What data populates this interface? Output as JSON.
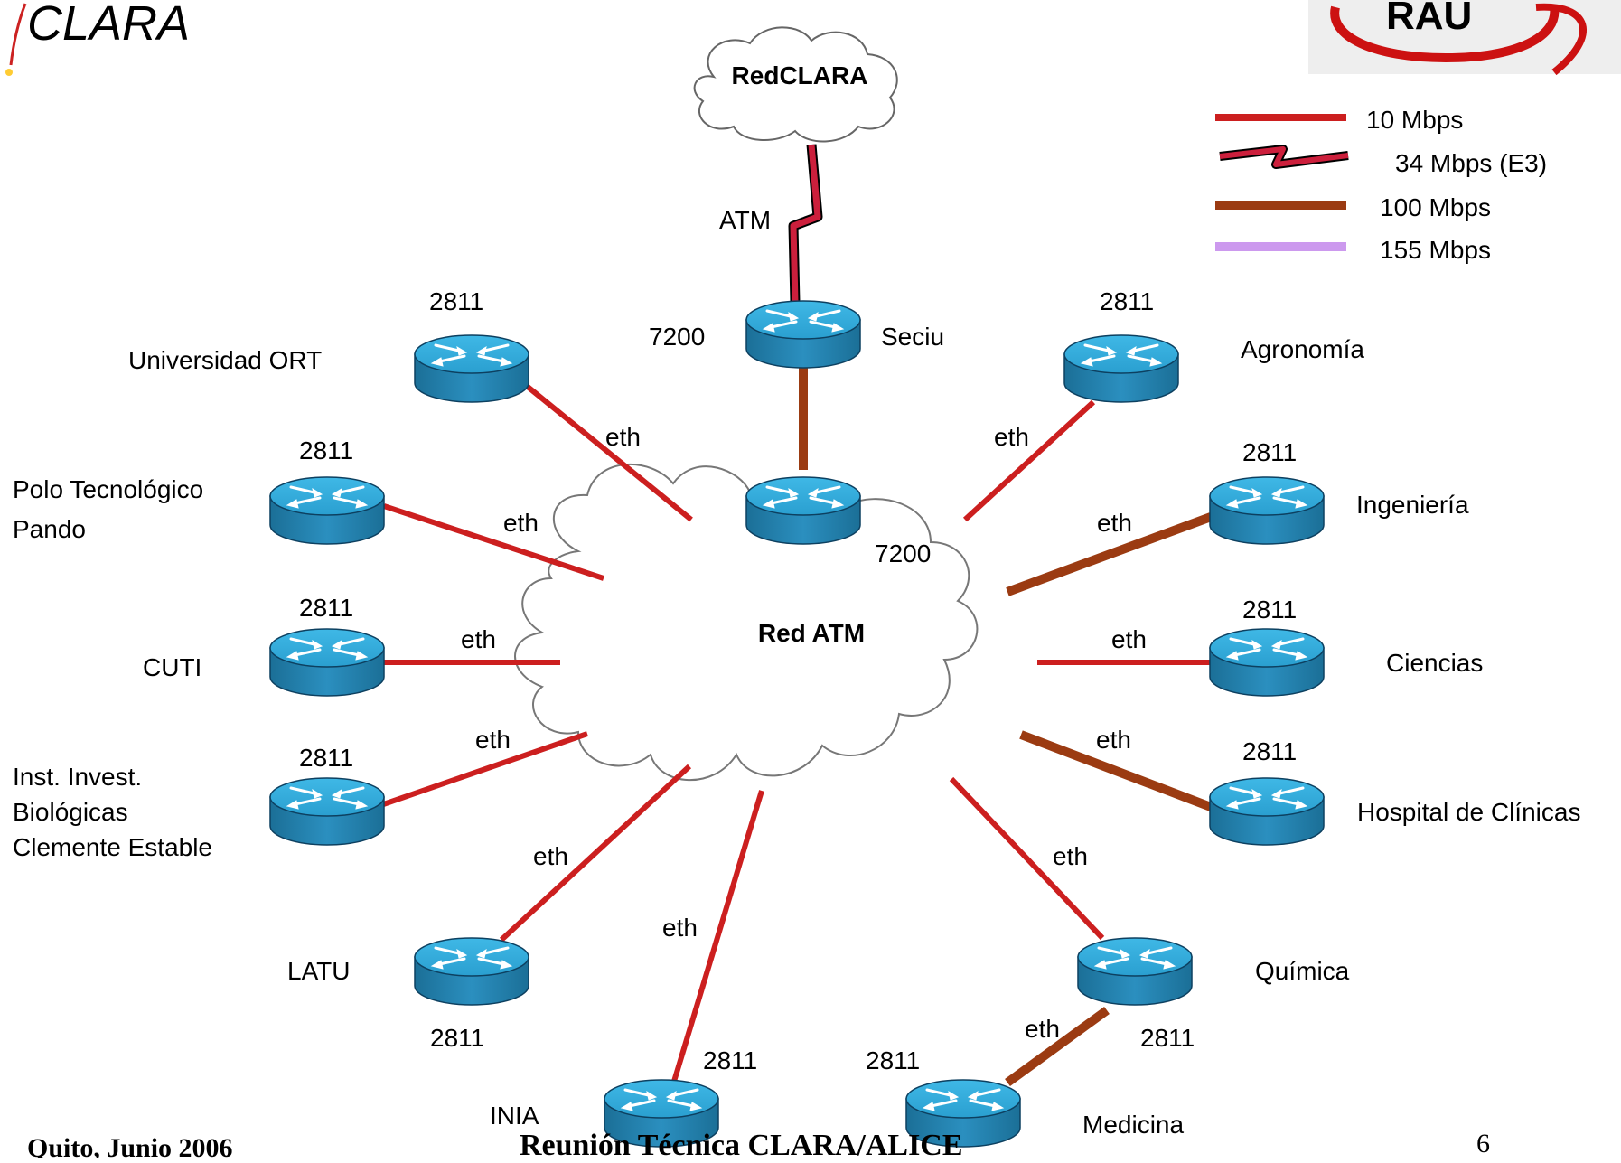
{
  "logos": {
    "left": "CLARA",
    "right": "RAU"
  },
  "legend": [
    {
      "label": "10 Mbps",
      "color": "#cc1f1f",
      "style": "straight"
    },
    {
      "label": "34 Mbps (E3)",
      "color": "#cc1f3c",
      "style": "zigzag"
    },
    {
      "label": "100 Mbps",
      "color": "#9b3b12",
      "style": "straight"
    },
    {
      "label": "155 Mbps",
      "color": "#cc99ee",
      "style": "straight"
    }
  ],
  "clouds": {
    "redclara": "RedCLARA",
    "redatm": "Red ATM"
  },
  "atm_link_label": "ATM",
  "core": {
    "seciu_model": "7200",
    "seciu_name": "Seciu",
    "hub_model": "7200"
  },
  "nodes": [
    {
      "id": "ort",
      "model": "2811",
      "name": [
        "Universidad ORT"
      ],
      "link": "eth"
    },
    {
      "id": "polo",
      "model": "2811",
      "name": [
        "Polo Tecnológico",
        "Pando"
      ],
      "link": "eth"
    },
    {
      "id": "cuti",
      "model": "2811",
      "name": [
        "CUTI"
      ],
      "link": "eth"
    },
    {
      "id": "iibce",
      "model": "2811",
      "name": [
        "Inst. Invest.",
        "Biológicas",
        "Clemente Estable"
      ],
      "link": "eth"
    },
    {
      "id": "latu",
      "model": "2811",
      "name": [
        "LATU"
      ],
      "link": "eth"
    },
    {
      "id": "inia",
      "model": "2811",
      "name": [
        "INIA"
      ],
      "link": "eth"
    },
    {
      "id": "medicina",
      "model": "2811",
      "name": [
        "Medicina"
      ],
      "link": "eth"
    },
    {
      "id": "quimica",
      "model": "2811",
      "name": [
        "Química"
      ],
      "link": "eth"
    },
    {
      "id": "hospital",
      "model": "2811",
      "name": [
        "Hospital de Clínicas"
      ],
      "link": "eth"
    },
    {
      "id": "ciencias",
      "model": "2811",
      "name": [
        "Ciencias"
      ],
      "link": "eth"
    },
    {
      "id": "ingenieria",
      "model": "2811",
      "name": [
        "Ingeniería"
      ],
      "link": "eth"
    },
    {
      "id": "agronomia",
      "model": "2811",
      "name": [
        "Agronomía"
      ],
      "link": "eth"
    }
  ],
  "footer": {
    "left": "Quito, Junio 2006",
    "center": "Reunión Técnica CLARA/ALICE",
    "page": "6"
  }
}
